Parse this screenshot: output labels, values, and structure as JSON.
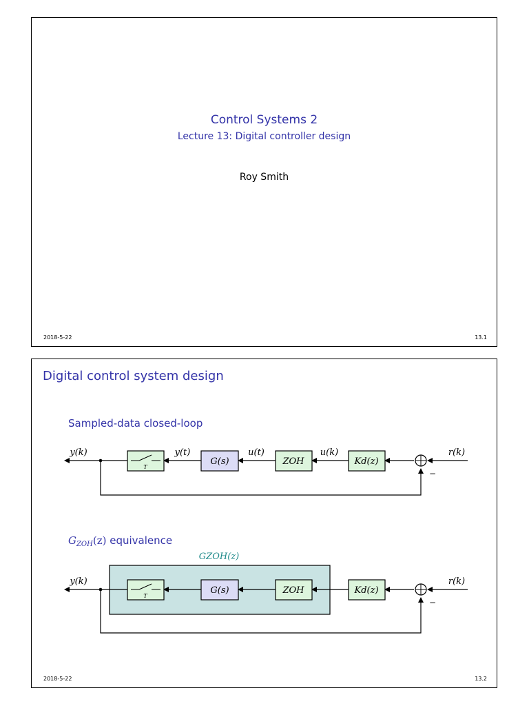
{
  "slide1": {
    "title": "Control Systems 2",
    "subtitle": "Lecture 13: Digital controller design",
    "author": "Roy Smith",
    "date": "2018-5-22",
    "page": "13.1"
  },
  "slide2": {
    "title": "Digital control system design",
    "section1": "Sampled-data closed-loop",
    "section2_math": "G",
    "section2_sub": "ZOH",
    "section2_arg": "(z)",
    "section2_text": "equivalence",
    "date": "2018-5-22",
    "page": "13.2",
    "diagram1": {
      "out_label": "y(k)",
      "y_t": "y(t)",
      "u_t": "u(t)",
      "u_k": "u(k)",
      "r_k": "r(k)",
      "sampler_T": "T",
      "plant": "G(s)",
      "zoh": "ZOH",
      "controller": "Kd(z)",
      "minus": "−"
    },
    "diagram2": {
      "group_label": "GZOH(z)",
      "out_label": "y(k)",
      "r_k": "r(k)",
      "sampler_T": "T",
      "plant": "G(s)",
      "zoh": "ZOH",
      "controller": "Kd(z)",
      "minus": "−"
    },
    "colors": {
      "plant_fill": "#dcdcf6",
      "green_fill": "#ddf5dd",
      "group_fill": "#c9e3e3",
      "heading_blue": "#3333a8",
      "group_label_teal": "#1f8a8a"
    }
  }
}
